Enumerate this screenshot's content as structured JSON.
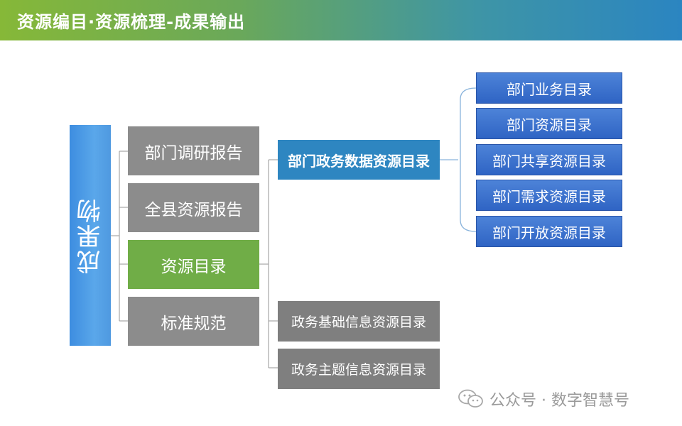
{
  "header": {
    "title": "资源编目·资源梳理-成果输出"
  },
  "root": {
    "label": "成果物"
  },
  "level1": [
    {
      "label": "部门调研报告",
      "highlight": false
    },
    {
      "label": "全县资源报告",
      "highlight": false
    },
    {
      "label": "资源目录",
      "highlight": true
    },
    {
      "label": "标准规范",
      "highlight": false
    }
  ],
  "level2": [
    {
      "label": "部门政务数据资源目录",
      "highlight": true
    },
    {
      "label": "政务基础信息资源目录",
      "highlight": false
    },
    {
      "label": "政务主题信息资源目录",
      "highlight": false
    }
  ],
  "level3": [
    {
      "label": "部门业务目录"
    },
    {
      "label": "部门资源目录"
    },
    {
      "label": "部门共享资源目录"
    },
    {
      "label": "部门需求资源目录"
    },
    {
      "label": "部门开放资源目录"
    }
  ],
  "watermark": {
    "text": "公众号 · 数字智慧号",
    "icon": "wechat-icon"
  },
  "colors": {
    "level1_gray": "#8c8c8c",
    "level1_green": "#70ad47",
    "level2_blue": "#2e86c1",
    "level2_gray": "#7f7f7f",
    "level3_blue": "#3a6fcf",
    "root_blue": "#4f99e0"
  }
}
